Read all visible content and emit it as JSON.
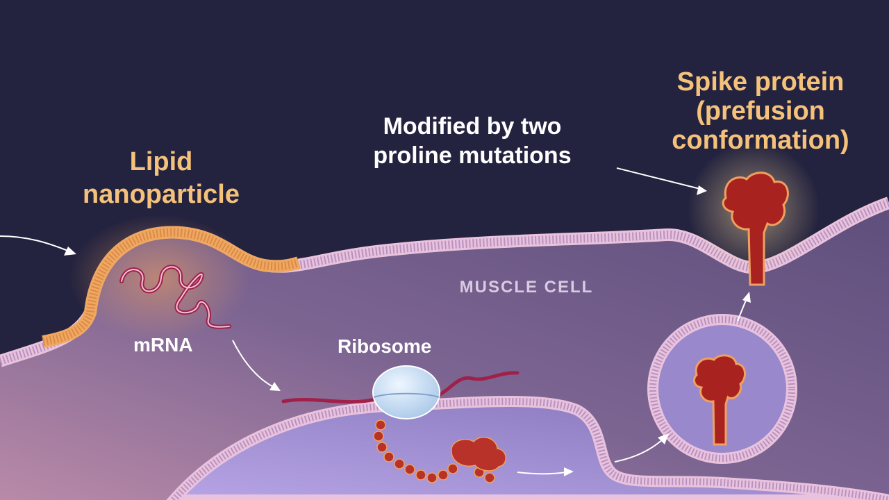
{
  "labels": {
    "spike_protein": [
      "Spike protein",
      "(prefusion",
      "conformation)"
    ],
    "modified": [
      "Modified by two",
      "proline mutations"
    ],
    "lipid_nanoparticle": [
      "Lipid",
      "nanoparticle"
    ],
    "muscle_cell": "MUSCLE CELL",
    "mrna": "mRNA",
    "ribosome": "Ribosome"
  },
  "colors": {
    "background": "#24233f",
    "label_orange": "#f5c27c",
    "membrane": "#e9c2dd",
    "lipid_membrane": "#f0a860",
    "protein": "#a8231f",
    "mrna": "#a0204a"
  }
}
